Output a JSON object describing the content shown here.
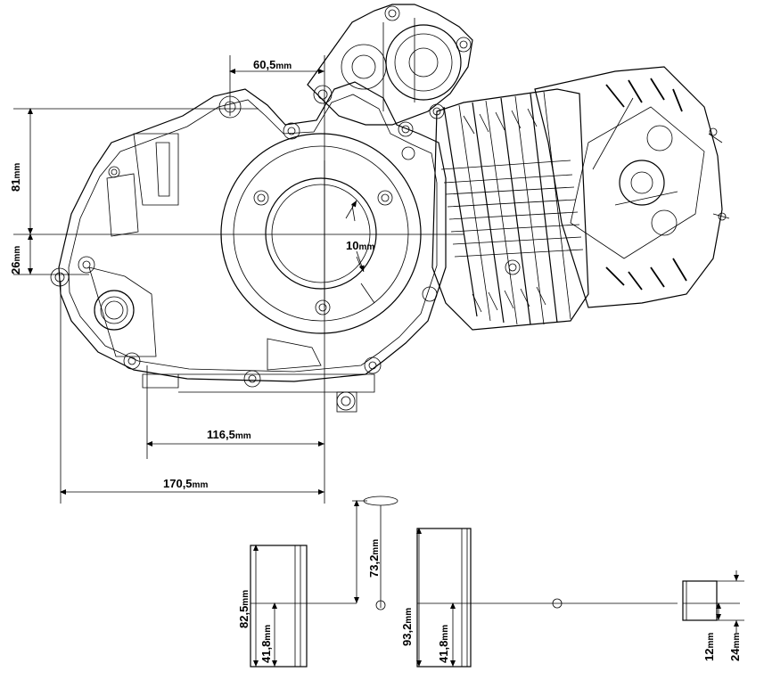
{
  "dimensions": {
    "top_width": {
      "value": "60,5",
      "unit": "mm"
    },
    "left_upper_height": {
      "value": "81",
      "unit": "mm"
    },
    "left_lower_height": {
      "value": "26",
      "unit": "mm"
    },
    "center_radius": {
      "value": "10",
      "unit": "mm"
    },
    "bottom_inner_width": {
      "value": "116,5",
      "unit": "mm"
    },
    "bottom_outer_width": {
      "value": "170,5",
      "unit": "mm"
    },
    "shaft_left_total": {
      "value": "82,5",
      "unit": "mm"
    },
    "shaft_left_lower": {
      "value": "41,8",
      "unit": "mm"
    },
    "shaft_top_pin": {
      "value": "73,2",
      "unit": "mm"
    },
    "shaft_mid_total": {
      "value": "93,2",
      "unit": "mm"
    },
    "shaft_mid_lower": {
      "value": "41,8",
      "unit": "mm"
    },
    "shaft_end_inner": {
      "value": "12",
      "unit": "mm"
    },
    "shaft_end_outer": {
      "value": "24",
      "unit": "mm"
    }
  }
}
